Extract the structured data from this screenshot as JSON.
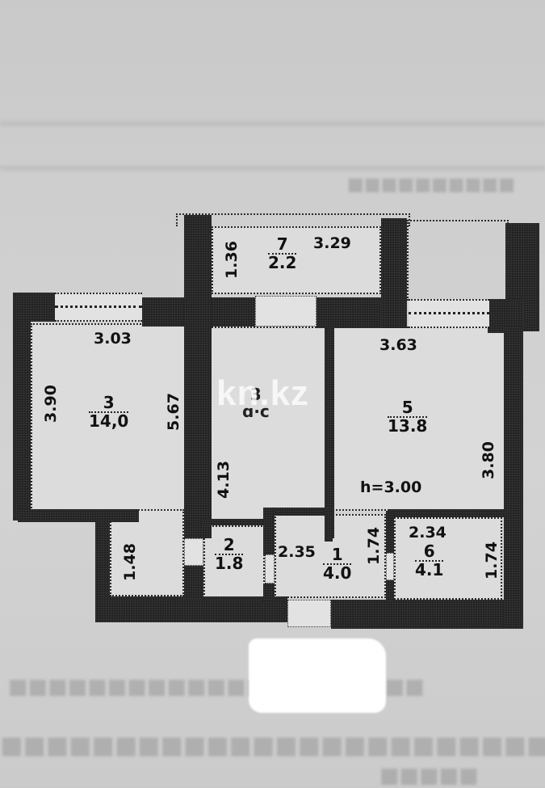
{
  "document": {
    "type": "apartment floor plan",
    "watermark": "kn.kz",
    "ceiling_height": "h=3.00"
  },
  "rooms": [
    {
      "number": "7",
      "area": "2.2",
      "dims": [
        "1.36",
        "3.29"
      ]
    },
    {
      "number": "3",
      "area": "14,0",
      "dims": [
        "3.03",
        "3.90",
        "5.67"
      ]
    },
    {
      "number": "3",
      "area": "ɑ·c",
      "dims": [
        "4.13"
      ],
      "note": "label partially obscured by watermark"
    },
    {
      "number": "5",
      "area": "13.8",
      "dims": [
        "3.63",
        "3.80"
      ]
    },
    {
      "number": "2",
      "area": "1.8",
      "dims": []
    },
    {
      "number": "1",
      "area": "4.0",
      "dims": [
        "2.35",
        "1.74"
      ]
    },
    {
      "number": "6",
      "area": "4.1",
      "dims": [
        "2.34",
        "1.74"
      ]
    }
  ],
  "extra_dims": {
    "left_lower": "1.48"
  },
  "redaction": {
    "visible": true
  }
}
